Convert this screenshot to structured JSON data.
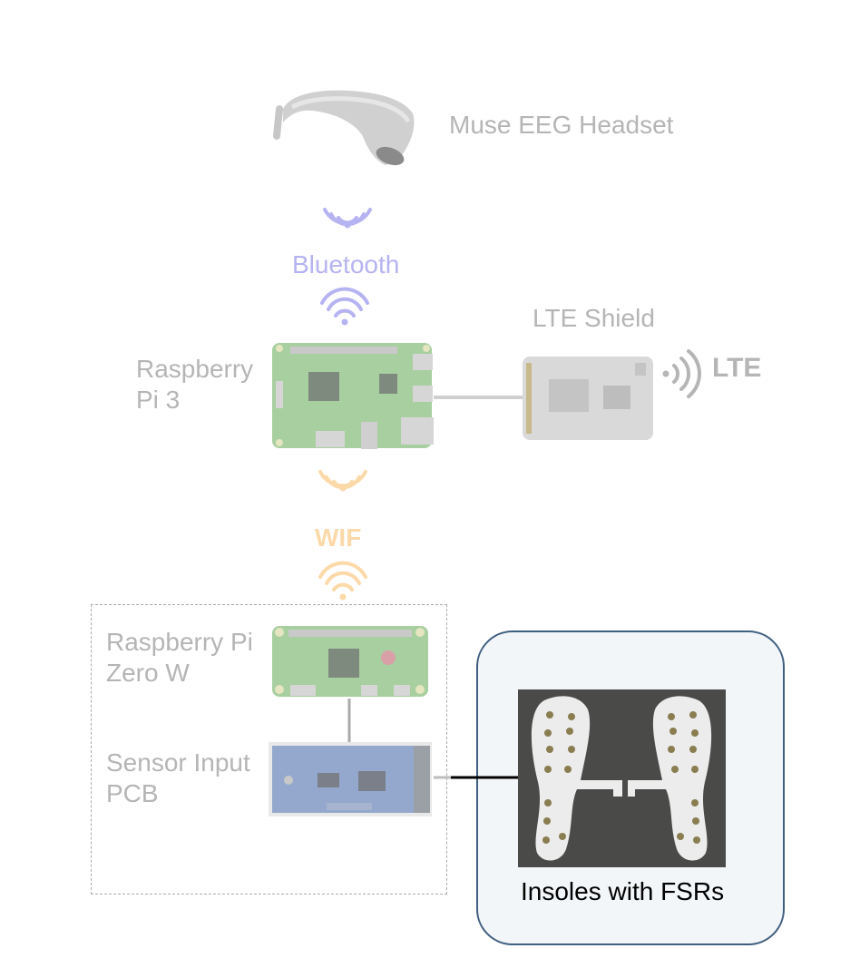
{
  "labels": {
    "muse": "Muse EEG Headset",
    "bluetooth": "Bluetooth",
    "lte_shield": "LTE Shield",
    "lte": "LTE",
    "rpi3": [
      "Raspberry",
      "Pi 3"
    ],
    "wifi": "WIF",
    "rpi_zero": [
      "Raspberry Pi",
      "Zero W"
    ],
    "sensor_pcb": [
      "Sensor Input",
      "PCB"
    ],
    "insoles": "Insoles with FSRs"
  },
  "colors": {
    "bluetooth": "#b6b3f2",
    "wifi": "#fcd9a8",
    "board_green": "#a8cfa0",
    "pcb_blue": "#93a8cc",
    "panel_border": "#3f5f80",
    "faded_text": "#b5b5b5"
  },
  "icons": [
    "headset-icon",
    "bluetooth-signal-icon",
    "raspberry-pi-3-board",
    "lte-shield-board",
    "lte-signal-icon",
    "wifi-signal-icon",
    "raspberry-pi-zero-board",
    "sensor-pcb-board",
    "insoles-photo"
  ]
}
